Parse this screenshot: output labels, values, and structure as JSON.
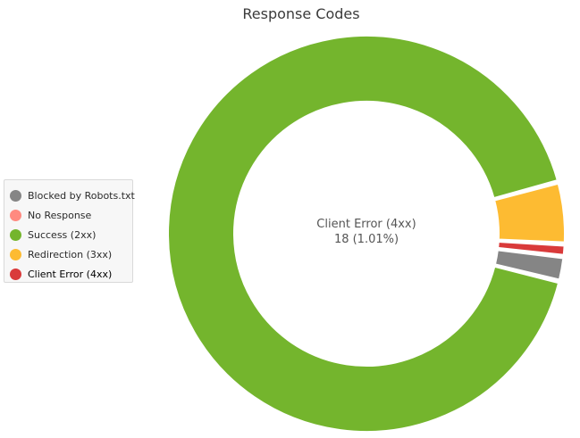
{
  "chart_data": {
    "type": "pie",
    "title": "Response Codes",
    "donut": true,
    "legend_position": "left",
    "categories": [
      "Blocked by Robots.txt",
      "No Response",
      "Success (2xx)",
      "Redirection (3xx)",
      "Client Error (4xx)"
    ],
    "values": [
      36,
      0,
      1640,
      90,
      18
    ],
    "colors": [
      "#858585",
      "#ff8a80",
      "#74b52d",
      "#fdbb32",
      "#d93a3a"
    ],
    "highlight": {
      "category": "Client Error (4xx)",
      "value_text": "18 (1.01%)"
    }
  }
}
